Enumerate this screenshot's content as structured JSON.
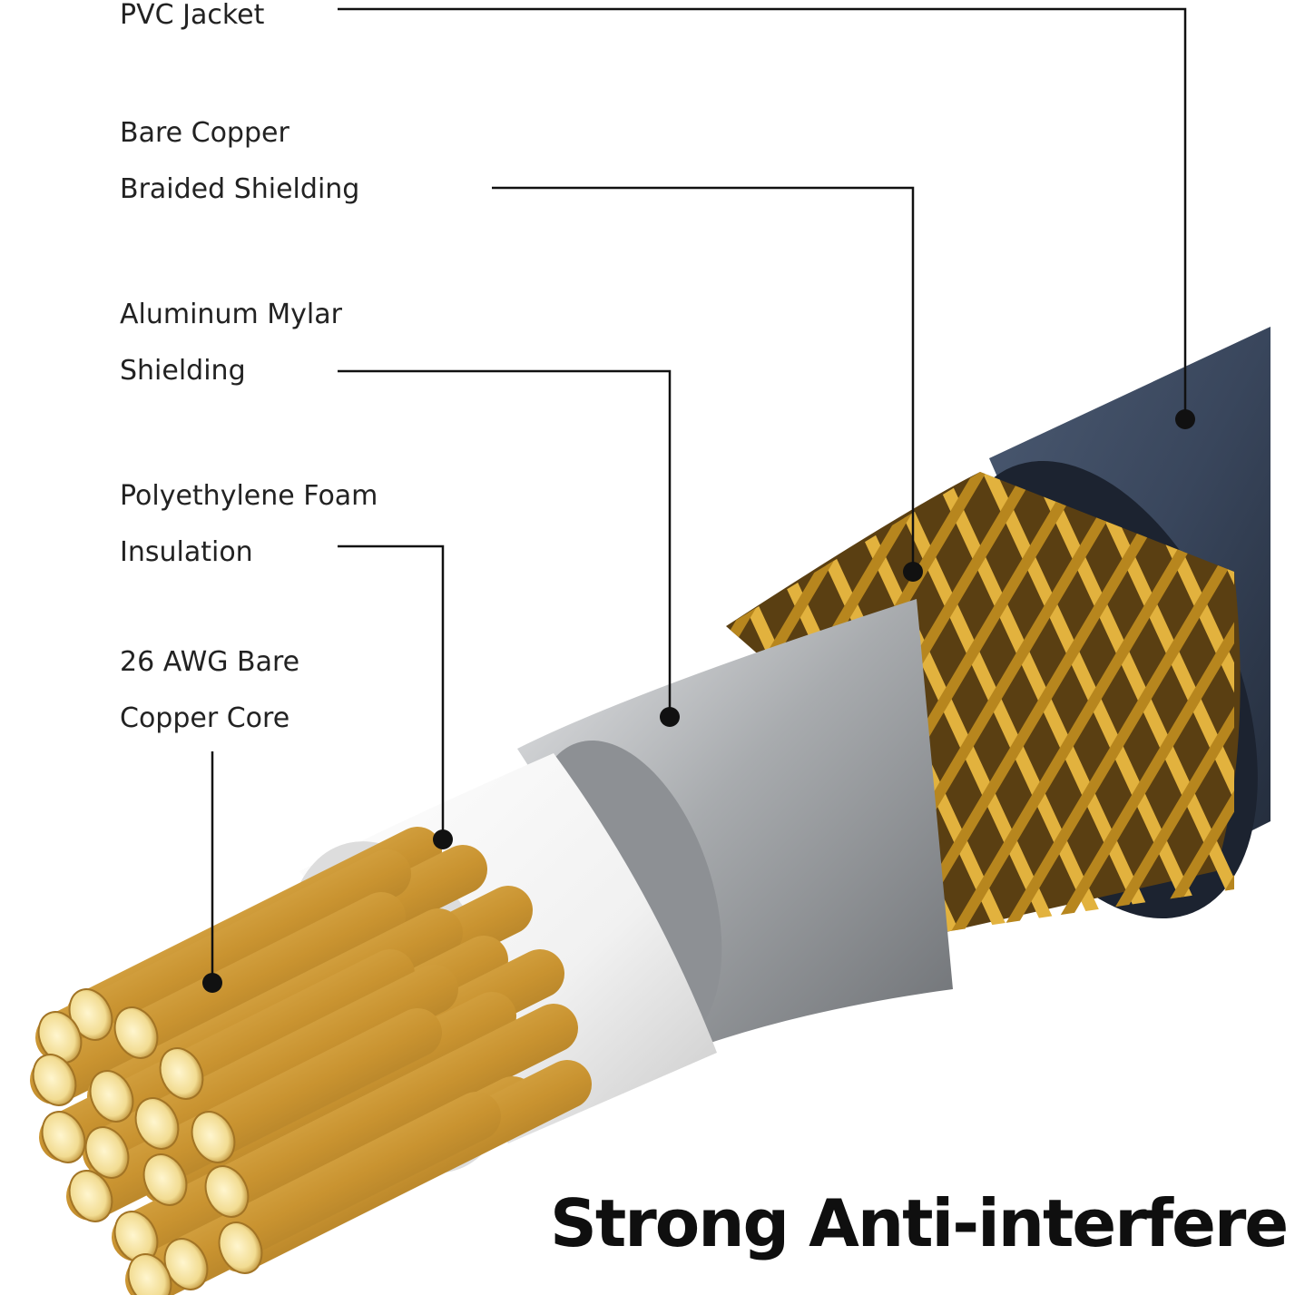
{
  "labels": {
    "jacket": [
      "PVC Jacket"
    ],
    "braid": [
      "Bare Copper",
      "Braided Shielding"
    ],
    "mylar": [
      "Aluminum Mylar",
      "Shielding"
    ],
    "foam": [
      "Polyethylene Foam",
      "Insulation"
    ],
    "core": [
      "26 AWG Bare",
      "Copper Core"
    ]
  },
  "headline": "Strong Anti-interfere",
  "colors": {
    "jacket": "#39465c",
    "braid": "#d9a530",
    "mylar": "#a8abae",
    "foam": "#f3f3f3",
    "core": "#d8a43e",
    "leader": "#111111"
  }
}
